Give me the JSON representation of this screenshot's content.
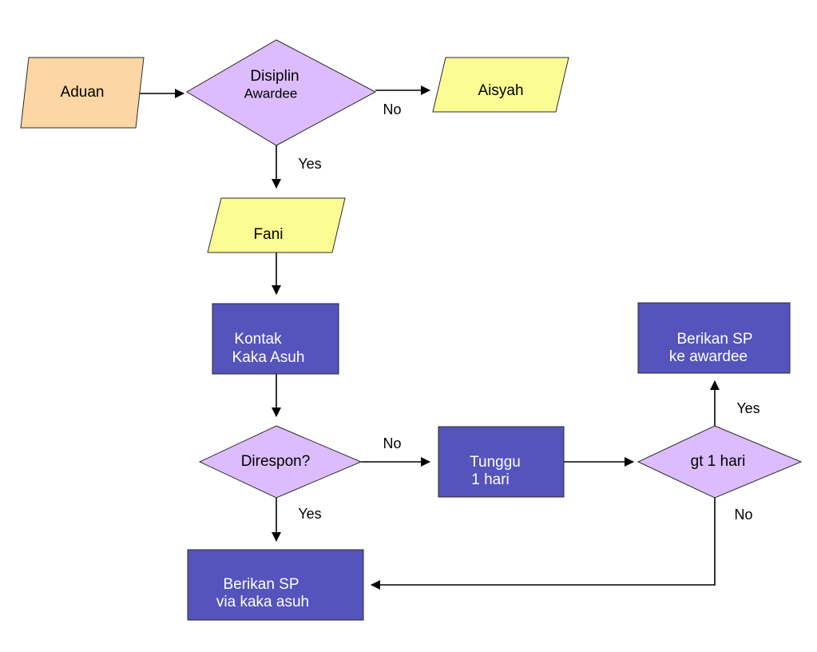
{
  "colors": {
    "aduan_fill": "#fcd6a4",
    "decision_fill": "#dcbcfc",
    "io_yellow_fill": "#fcfc94",
    "process_fill": "#5454bc",
    "process_text": "#ffffff",
    "dark_text": "#000000",
    "arrow": "#000000"
  },
  "nodes": {
    "aduan": {
      "label": "Aduan"
    },
    "disiplin": {
      "line1": "Disiplin",
      "line2": "Awardee"
    },
    "aisyah": {
      "label": "Aisyah"
    },
    "fani": {
      "label": "Fani"
    },
    "kontak": {
      "line1": "Kontak",
      "line2": "Kaka Asuh"
    },
    "direspon": {
      "label": "Direspon?"
    },
    "tunggu": {
      "line1": "Tunggu",
      "line2": "1 hari"
    },
    "gt1hari": {
      "label": "gt 1 hari"
    },
    "sp_awardee": {
      "line1": "Berikan SP",
      "line2": "ke awardee"
    },
    "sp_kaka": {
      "line1": "Berikan SP",
      "line2": "via kaka asuh"
    }
  },
  "edges": {
    "disiplin_no": "No",
    "disiplin_yes": "Yes",
    "direspon_no": "No",
    "direspon_yes": "Yes",
    "gt_yes": "Yes",
    "gt_no": "No"
  }
}
